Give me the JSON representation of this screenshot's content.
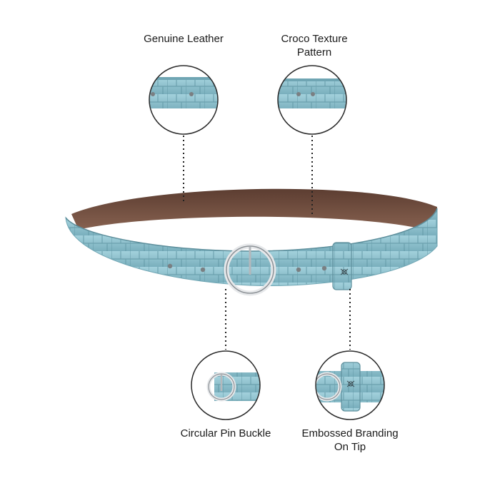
{
  "callouts": {
    "genuine_leather": {
      "lines": [
        "Genuine Leather"
      ]
    },
    "croco_texture": {
      "lines": [
        "Croco Texture",
        "Pattern"
      ]
    },
    "pin_buckle": {
      "lines": [
        "Circular Pin Buckle"
      ]
    },
    "branding": {
      "lines": [
        "Embossed Branding",
        "On Tip"
      ]
    }
  },
  "colors": {
    "leather_blue": "#8ec3cf",
    "leather_blue_dark": "#6fa5b3",
    "croco_line": "#5f95a3",
    "inner_brown": "#6e4b3e",
    "inner_brown_light": "#8a6452",
    "buckle_silver": "#c9ccd0",
    "circle_stroke": "#2a2a2a"
  },
  "icons": {
    "buckle": "circular-pin-buckle-icon",
    "logo": "embossed-logo-icon"
  }
}
